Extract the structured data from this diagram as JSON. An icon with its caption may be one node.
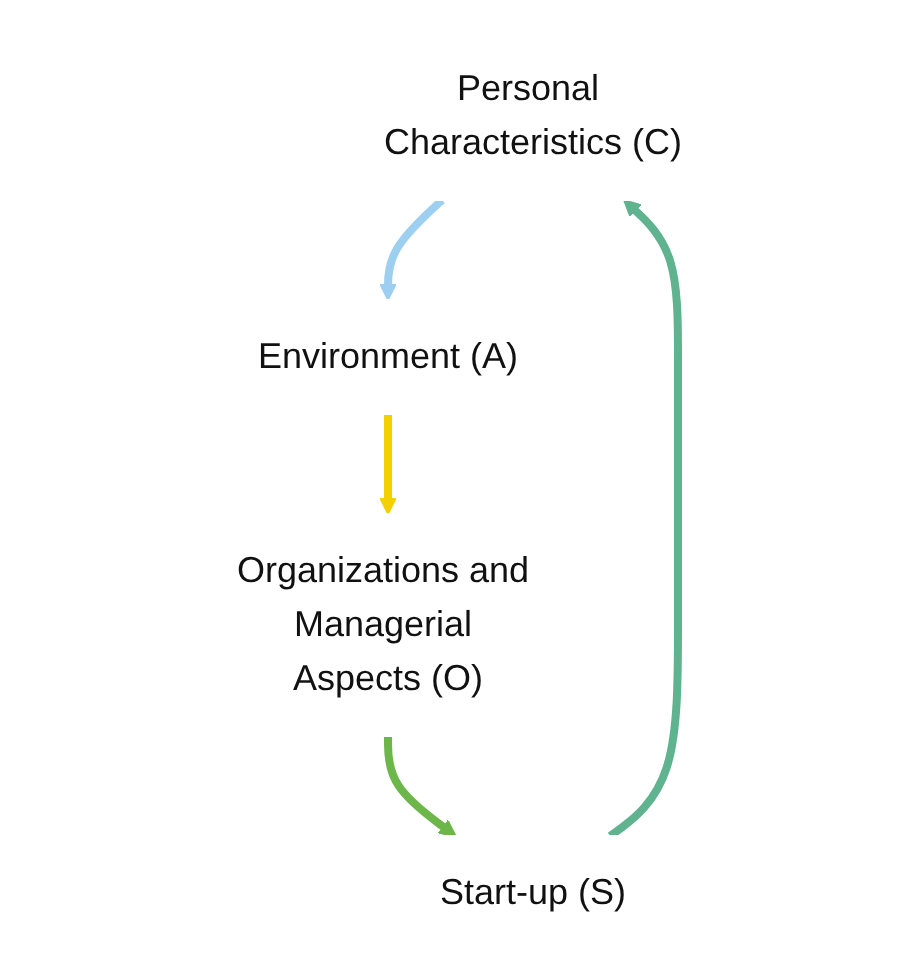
{
  "diagram": {
    "nodes": [
      {
        "text": [
          "Personal Characteristics (C)"
        ]
      },
      {
        "text": [
          "Environment (A)"
        ]
      },
      {
        "text": [
          "Organizations and Managerial Aspects (O)"
        ]
      },
      {
        "text": [
          "Start-up (S)"
        ]
      }
    ],
    "edges": [
      {
        "from": 0,
        "to": 1,
        "arrow": "to",
        "color": "#9dcff0"
      },
      {
        "from": 1,
        "to": 2,
        "arrow": "to",
        "color": "#f5d000"
      },
      {
        "from": 2,
        "to": 3,
        "arrow": "to",
        "color": "#6db64a"
      },
      {
        "from": 3,
        "to": 0,
        "arrow": "to",
        "color": "#5fb38e"
      }
    ]
  }
}
